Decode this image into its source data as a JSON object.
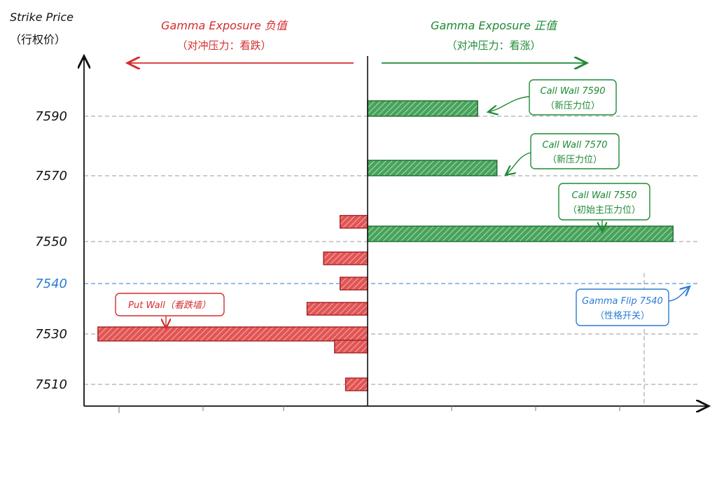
{
  "chart_data": {
    "type": "bar",
    "orientation": "horizontal",
    "yaxis_label_line1": "Strike Price",
    "yaxis_label_line2": "（行权价）",
    "left_header_line1": "Gamma Exposure 负值",
    "left_header_line2": "（对冲压力：看跌）",
    "right_header_line1": "Gamma Exposure 正值",
    "right_header_line2": "（对冲压力：看涨）",
    "tick_labels": [
      "7590",
      "7570",
      "7550",
      "7540",
      "7530",
      "7510"
    ],
    "positive_bars": [
      {
        "strike": 7590,
        "value": 40
      },
      {
        "strike": 7570,
        "value": 47
      },
      {
        "strike": 7550,
        "value": 111
      }
    ],
    "negative_bars": [
      {
        "strike": 7556,
        "value": -10
      },
      {
        "strike": 7546,
        "value": -16
      },
      {
        "strike": 7540,
        "value": -10
      },
      {
        "strike": 7535,
        "value": -22
      },
      {
        "strike": 7530,
        "value": -98
      },
      {
        "strike": 7525,
        "value": -12
      },
      {
        "strike": 7510,
        "value": -8
      }
    ],
    "annotations": [
      {
        "key": "cw7590",
        "line1": "Call Wall 7590",
        "line2": "（新压力位）",
        "color": "#1e8a35"
      },
      {
        "key": "cw7570",
        "line1": "Call Wall 7570",
        "line2": "（新压力位）",
        "color": "#1e8a35"
      },
      {
        "key": "cw7550",
        "line1": "Call Wall 7550",
        "line2": "（初始主压力位）",
        "color": "#1e8a35"
      },
      {
        "key": "putwall",
        "line1": "Put Wall（看跌墙）",
        "line2": "",
        "color": "#d32d2d"
      },
      {
        "key": "flip",
        "line1": "Gamma Flip 7540",
        "line2": "（性格开关）",
        "color": "#2b7bd4"
      }
    ],
    "gamma_flip_strike": 7540,
    "colors": {
      "positive": "#1e8a35",
      "negative": "#d32d2d",
      "flip": "#2b7bd4",
      "grid": "#9a9a9a",
      "axis": "#111111"
    }
  }
}
